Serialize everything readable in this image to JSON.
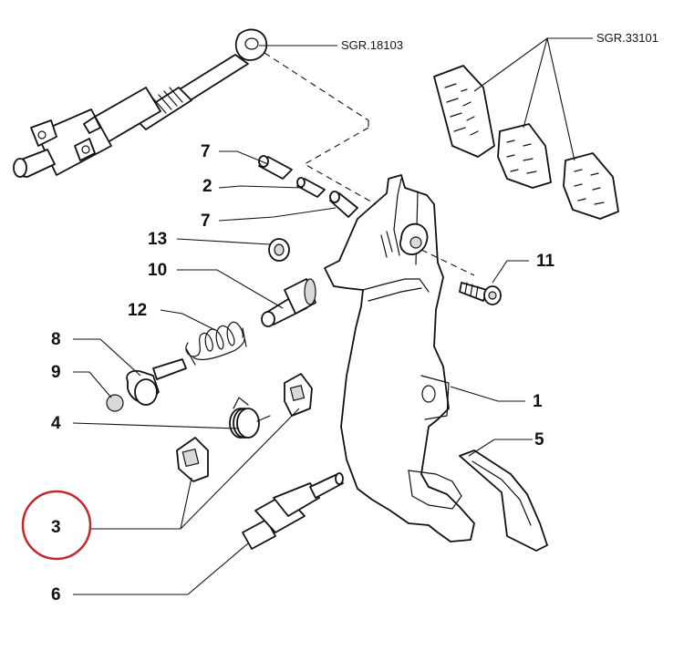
{
  "references": {
    "top_left": "SGR.18103",
    "top_right": "SGR.33101"
  },
  "callouts": [
    {
      "id": "7a",
      "label": "7"
    },
    {
      "id": "2",
      "label": "2"
    },
    {
      "id": "7b",
      "label": "7"
    },
    {
      "id": "13",
      "label": "13"
    },
    {
      "id": "10",
      "label": "10"
    },
    {
      "id": "12",
      "label": "12"
    },
    {
      "id": "8",
      "label": "8"
    },
    {
      "id": "9",
      "label": "9"
    },
    {
      "id": "4",
      "label": "4"
    },
    {
      "id": "3",
      "label": "3"
    },
    {
      "id": "6",
      "label": "6"
    },
    {
      "id": "11",
      "label": "11"
    },
    {
      "id": "1",
      "label": "1"
    },
    {
      "id": "5",
      "label": "5"
    }
  ],
  "highlight": {
    "callout": "3",
    "color": "#c4262e"
  }
}
